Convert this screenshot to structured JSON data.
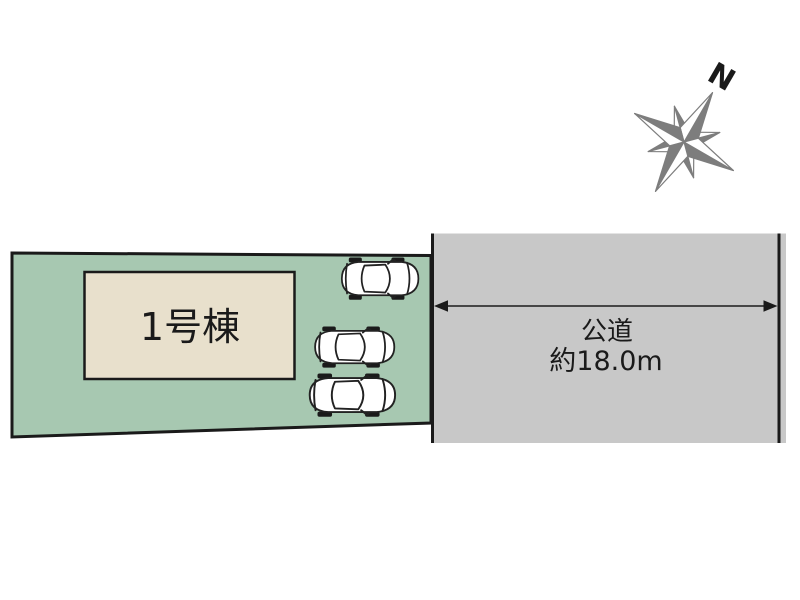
{
  "diagram": {
    "compass": {
      "north_label": "N"
    },
    "plot": {
      "building_label": "1号棟"
    },
    "road": {
      "name_label": "公道",
      "width_label": "約18.0m"
    },
    "cars": {
      "count": 3,
      "icon": "car-top-view-icon"
    }
  },
  "colors": {
    "plot_fill": "#a7c8b1",
    "building_fill": "#e8e0cc",
    "road_fill": "#c8c8c8",
    "line": "#1a1a1a",
    "compass_gray": "#7d7d7d"
  }
}
